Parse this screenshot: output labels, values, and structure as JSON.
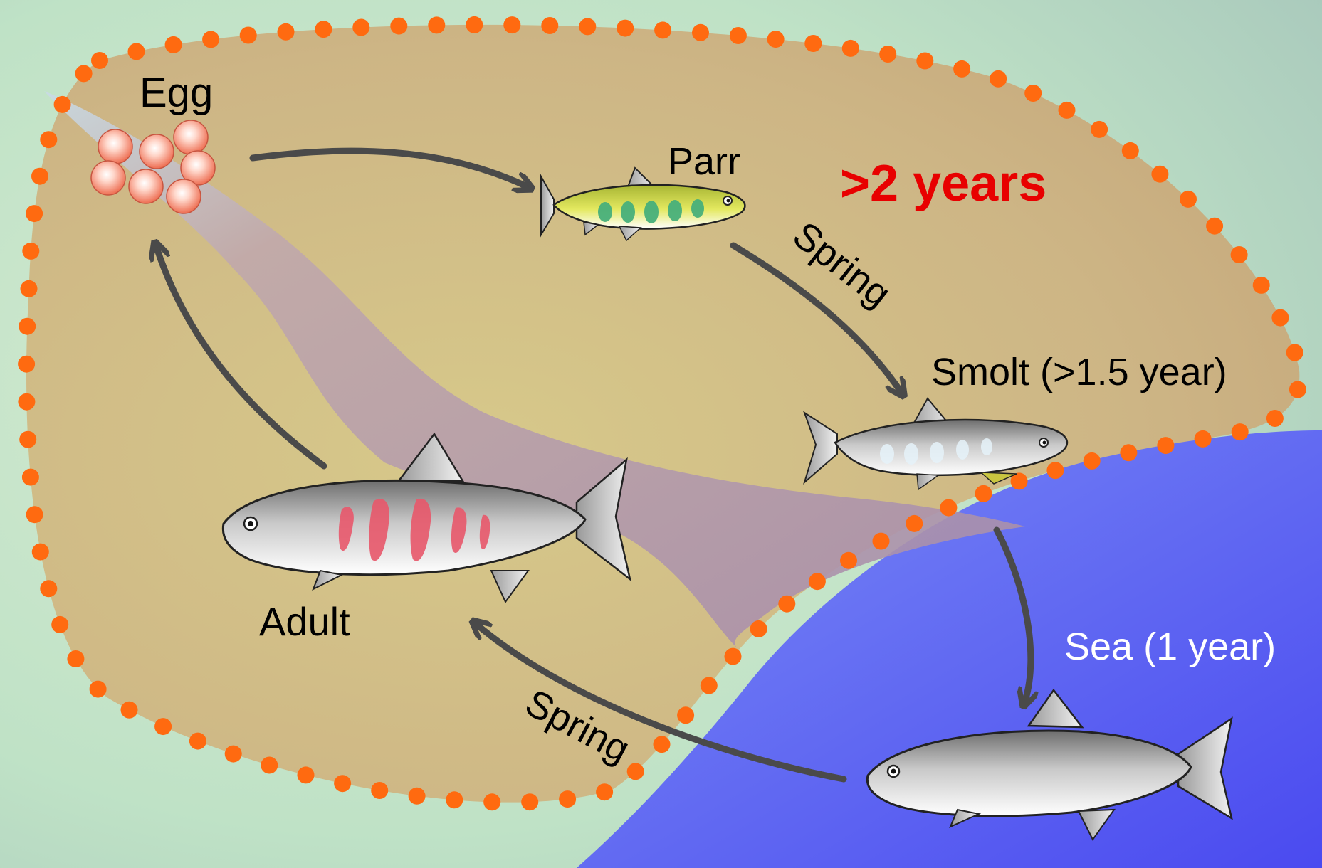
{
  "labels": {
    "egg": "Egg",
    "parr": "Parr",
    "duration": ">2 years",
    "smolt": "Smolt (>1.5 year)",
    "sea": "Sea (1 year)",
    "adult": "Adult",
    "spring_upper": "Spring",
    "spring_lower": "Spring"
  },
  "colors": {
    "background": "#bfe0c8",
    "freshwater_zone": "#c9ad7c",
    "zone_border_dots": "#ff6a10",
    "sea": "#5a62ee",
    "river": "#b7a3ae",
    "arrows": "#4a4a4a",
    "highlight_text": "#e80000",
    "egg": "#f07d62"
  },
  "icons": {
    "eggs": "egg-cluster",
    "parr": "parr-fish",
    "smolt": "smolt-fish",
    "adult_spawning": "adult-spawning-fish",
    "adult_sea": "sea-fish"
  }
}
